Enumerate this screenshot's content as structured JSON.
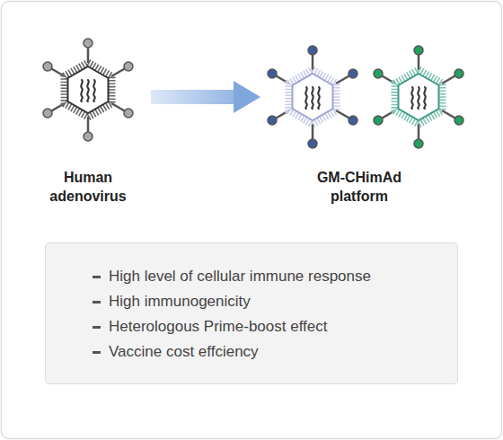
{
  "diagram": {
    "nodes": [
      {
        "text": [
          "Human adenovirus"
        ]
      },
      {
        "text": [
          "GM-CHimAd platform"
        ]
      },
      {
        "text": [
          "High level of cellular immune response",
          "High immunogenicity",
          "Heterologous Prime-boost effect",
          "Vaccine cost effciency"
        ]
      }
    ],
    "edges": [
      {
        "from": 0,
        "to": 1,
        "arrow": "to"
      }
    ]
  }
}
